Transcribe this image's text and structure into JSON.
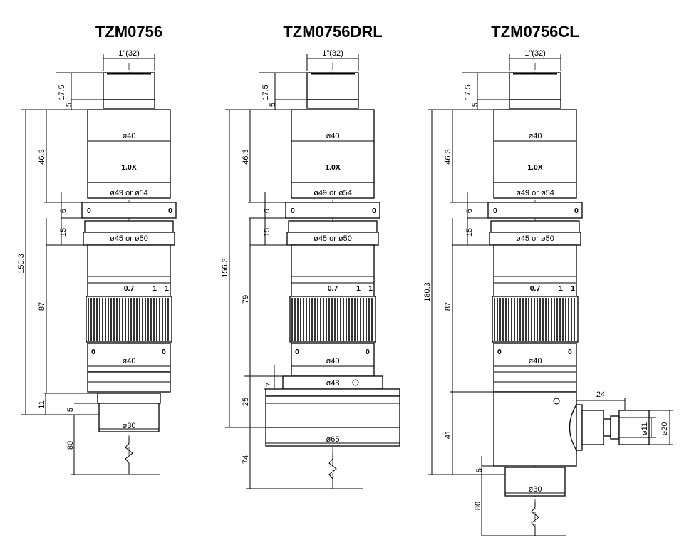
{
  "titles": [
    "TZM0756",
    "TZM0756DRL",
    "TZM0756CL"
  ],
  "labels": {
    "top_mount": "1\"(32)",
    "d40": "ø40",
    "mag": "1.0X",
    "d49_54": "ø49 or ø54",
    "d45_50": "ø45 or ø50",
    "zoom_scale": [
      "0.7",
      "1",
      "1"
    ],
    "d30": "ø30",
    "d48": "ø48",
    "d65": "ø65",
    "d11": "ø11",
    "d20": "ø20",
    "mark_zero": "0"
  },
  "dims": {
    "d17_5": "17.5",
    "d5": "5",
    "d46_3": "46.3",
    "d6": "6",
    "d15": "15",
    "d87": "87",
    "d11": "11",
    "d80": "80",
    "d150_3": "150.3",
    "d156_3": "156.3",
    "d79": "79",
    "d7": "7",
    "d25": "25",
    "d74": "74",
    "d180_3": "180.3",
    "d41": "41",
    "d24": "24"
  }
}
